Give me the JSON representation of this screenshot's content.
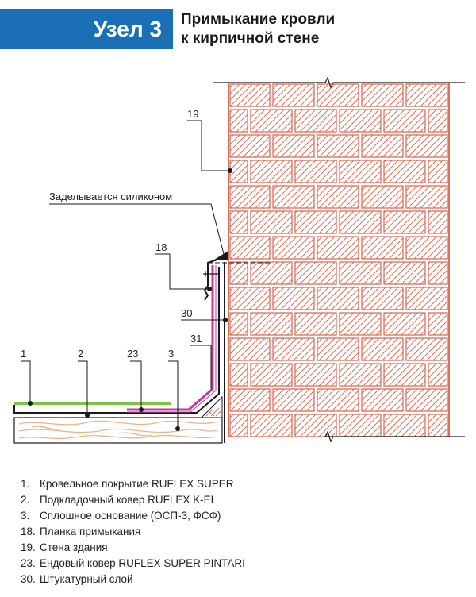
{
  "header": {
    "badge": "Узел 3",
    "title_line1": "Примыкание кровли",
    "title_line2": "к кирпичной стене"
  },
  "colors": {
    "badge_bg": "#1a6fb5",
    "brick": "#d9705a",
    "wood": "#e8b58a",
    "green_layer": "#7dc242",
    "pink_layer": "#c0399b",
    "line": "#1a1a1a"
  },
  "callouts": {
    "c19": "19",
    "silicone": "Заделывается силиконом",
    "c18": "18",
    "c30": "30",
    "c1": "1",
    "c2": "2",
    "c23": "23",
    "c3": "3",
    "c31": "31"
  },
  "legend": [
    {
      "num": "1.",
      "text": "Кровельное покрытие RUFLEX SUPER"
    },
    {
      "num": "2.",
      "text": "Подкладочный ковер RUFLEX K-EL"
    },
    {
      "num": "3.",
      "text": "Сплошное основание (ОСП-3, ФСФ)"
    },
    {
      "num": "18.",
      "text": "Планка примыкания"
    },
    {
      "num": "19.",
      "text": "Стена здания"
    },
    {
      "num": "23.",
      "text": "Ендовый ковер RUFLEX SUPER PINTARI"
    },
    {
      "num": "30.",
      "text": "Штукатурный слой"
    }
  ]
}
